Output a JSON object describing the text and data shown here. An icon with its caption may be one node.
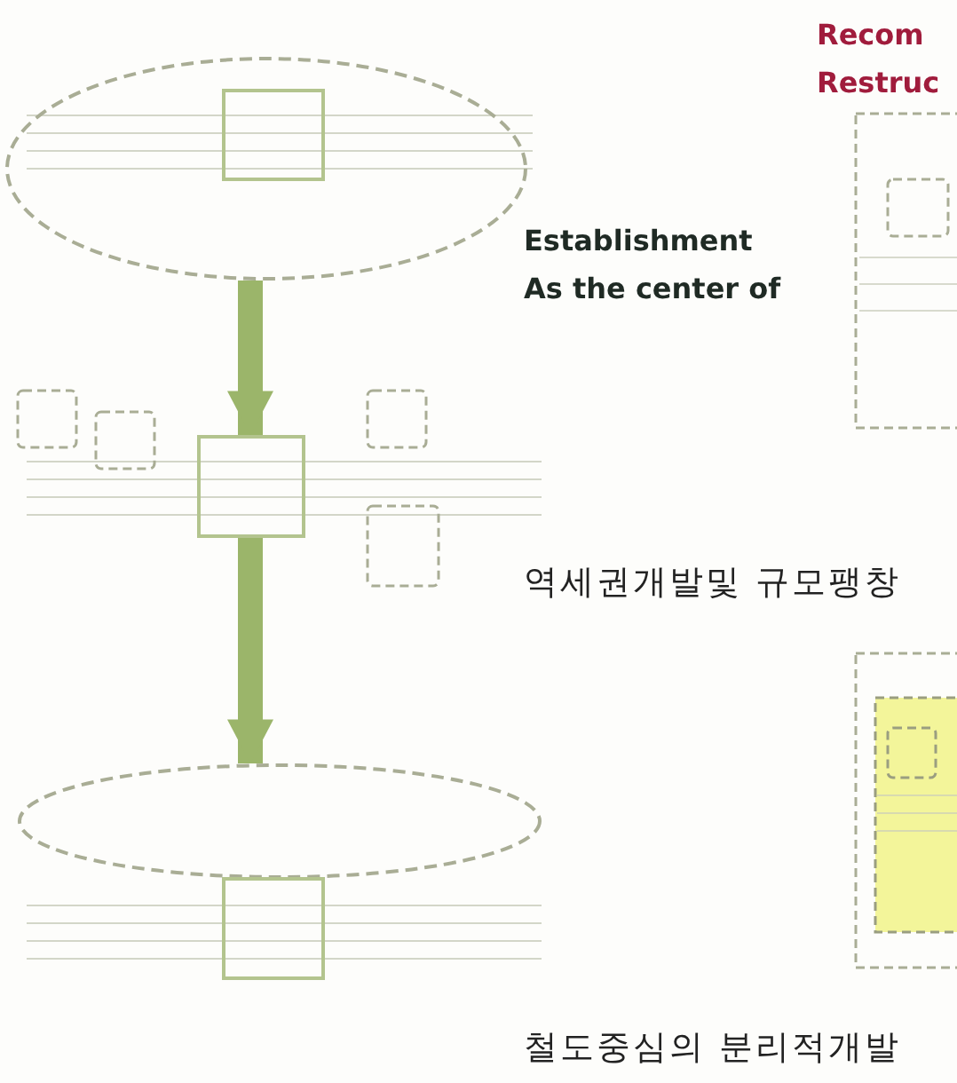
{
  "diagram": {
    "nodes": [
      {
        "text": [],
        "shape": "ellipse"
      },
      {
        "text": [],
        "shape": "box",
        "in": 0
      },
      {
        "text": [],
        "shape": "box"
      },
      {
        "text": [],
        "shape": "ellipse"
      },
      {
        "text": [],
        "shape": "box"
      }
    ],
    "edges": [
      {
        "from": 0,
        "to": 2,
        "arrow": "to"
      },
      {
        "from": 2,
        "to": 3,
        "arrow": "to"
      }
    ],
    "labels": [
      "Recom Restruc",
      "Establishment As the center of",
      "역세권개발및 규모팽창",
      "철도중심의 분리적개발"
    ]
  }
}
